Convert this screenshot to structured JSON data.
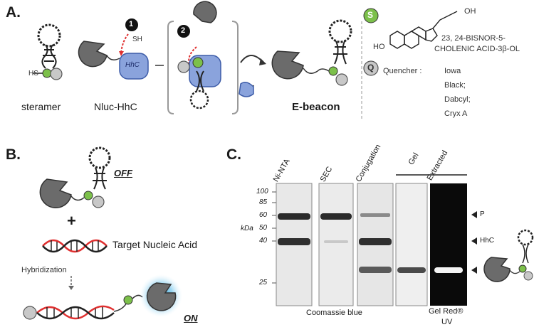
{
  "panelA": {
    "label": "A.",
    "step1": "1",
    "step2": "2",
    "sh_label": "SH",
    "hs_label": "HS",
    "hhc_label": "HhC",
    "names": {
      "steramer": "steramer",
      "nluc": "Nluc-HhC",
      "ebeacon": "E-beacon"
    },
    "legend": {
      "s_badge": "S",
      "q_badge": "Q",
      "oh_label": "OH",
      "ho_label": "HO",
      "compound_line1": "23, 24-BISNOR-5-",
      "compound_line2": "CHOLENIC ACID-3β-OL",
      "quencher_label": "Quencher :",
      "quenchers": [
        "Iowa",
        "Black;",
        "Dabcyl;",
        "Cryx A"
      ]
    }
  },
  "panelB": {
    "label": "B.",
    "off": "OFF",
    "on": "ON",
    "plus": "+",
    "target": "Target Nucleic Acid",
    "hybridization": "Hybridization"
  },
  "panelC": {
    "label": "C.",
    "lanes": [
      "Ni-NTA",
      "SEC",
      "Conjugation"
    ],
    "gel_extracted_top": "Gel",
    "gel_extracted_bottom": "Extracted",
    "ladder": [
      "100",
      "85",
      "60",
      "50",
      "40",
      "25"
    ],
    "unit": "kDa",
    "markers": [
      "P",
      "HhC"
    ],
    "coomassie": "Coomassie blue",
    "gelred_line1": "Gel Red®",
    "gelred_line2": "UV"
  }
}
